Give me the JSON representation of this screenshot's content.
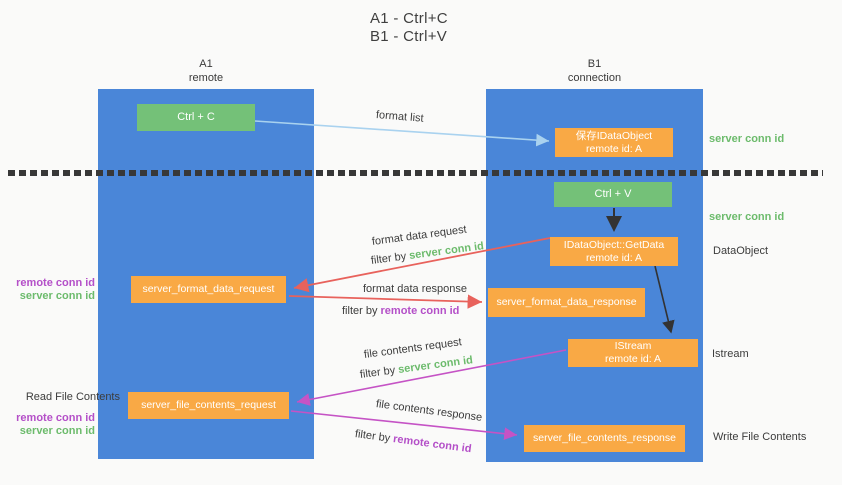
{
  "title": {
    "line1": "A1 - Ctrl+C",
    "line2": "B1 - Ctrl+V"
  },
  "lifelines": {
    "a1": {
      "name": "A1",
      "role": "remote"
    },
    "b1": {
      "name": "B1",
      "role": "connection"
    }
  },
  "nodes": {
    "ctrl_c": {
      "label": "Ctrl + C"
    },
    "ctrl_v": {
      "label": "Ctrl + V"
    },
    "save_dataobject": {
      "line1": "保存IDataObject",
      "line2": "remote id: A"
    },
    "getdata": {
      "line1": "IDataObject::GetData",
      "line2": "remote id: A"
    },
    "istream": {
      "line1": "IStream",
      "line2": "remote id: A"
    },
    "server_format_data_request": {
      "label": "server_format_data_request"
    },
    "server_format_data_response": {
      "label": "server_format_data_response"
    },
    "server_file_contents_request": {
      "label": "server_file_contents_request"
    },
    "server_file_contents_response": {
      "label": "server_file_contents_response"
    }
  },
  "flow_labels": {
    "format_list": "format list",
    "format_data_request": "format data request",
    "format_data_response": "format data response",
    "file_contents_request": "file contents request",
    "file_contents_response": "file contents response",
    "filter_by": "filter by",
    "server_conn_id": "server conn id",
    "remote_conn_id": "remote conn id"
  },
  "side_labels": {
    "left_top": {
      "remote": "remote conn id",
      "server": "server conn id"
    },
    "read_file_contents": "Read File Contents",
    "left_bottom": {
      "remote": "remote conn id",
      "server": "server conn id"
    },
    "right_server_conn_id_top": "server conn id",
    "right_server_conn_id_mid": "server conn id",
    "dataobject": "DataObject",
    "istream": "Istream",
    "write_file_contents": "Write File Contents"
  },
  "colors": {
    "lifeline_blue": "#4a86d8",
    "box_green": "#74c178",
    "box_orange": "#f9a945",
    "text_green": "#6cbb6c",
    "text_purple": "#b44fc8",
    "arrow_red": "#e8625c",
    "arrow_magenta": "#c553c5",
    "arrow_blue": "#a9d2ef",
    "arrow_black": "#333333"
  }
}
